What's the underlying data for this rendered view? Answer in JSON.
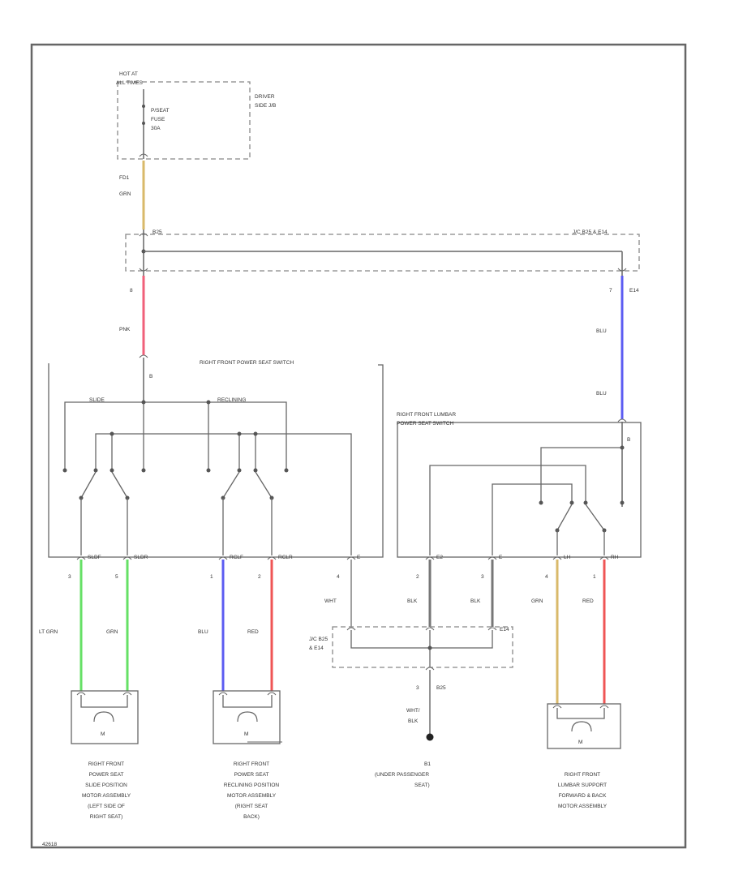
{
  "fuse_box": {
    "hot_at": "HOT AT",
    "all_times": "ALL TIMES",
    "fuse_name": "P/SEAT",
    "fuse_word": "FUSE",
    "fuse_rating": "30A",
    "jb_line1": "DRIVER",
    "jb_line2": "SIDE J/B"
  },
  "wires": {
    "feed_conn": "FD1",
    "feed_color": "GRN",
    "junction_splice": "B25",
    "jc_label": "J/C B25 & E14",
    "left_pin": "8",
    "left_color": "PNK",
    "right_pin": "7",
    "right_conn": "E14",
    "right_color_upper": "BLU",
    "right_color_lower": "BLU",
    "switch_pin_b": "B",
    "lumbar_pin_b": "B"
  },
  "switch_main": {
    "title": "RIGHT FRONT POWER SEAT SWITCH",
    "slide": "SLIDE",
    "reclining": "RECLINING",
    "pins": [
      "SLDF",
      "SLDR",
      "RCLF",
      "RCLR",
      "E"
    ]
  },
  "switch_lumbar": {
    "title_line1": "RIGHT FRONT LUMBAR",
    "title_line2": "POWER SEAT SWITCH",
    "pins": [
      "E2",
      "E",
      "LH",
      "RH"
    ]
  },
  "harness": {
    "pin_numbers": [
      "3",
      "5",
      "1",
      "2",
      "4",
      "2",
      "3",
      "4",
      "1"
    ],
    "colors": [
      "LT GRN",
      "GRN",
      "BLU",
      "RED",
      "WHT",
      "BLK",
      "BLK",
      "GRN",
      "RED"
    ],
    "ground_jc_line1": "J/C B25",
    "ground_jc_line2": "& E14",
    "ground_conn": "E14",
    "ground_pin": "3",
    "ground_splice": "B25",
    "ground_wire_line1": "WHT/",
    "ground_wire_line2": "BLK"
  },
  "motors": {
    "symbol": "M",
    "slide": [
      "RIGHT FRONT",
      "POWER SEAT",
      "SLIDE POSITION",
      "MOTOR ASSEMBLY",
      "(LEFT SIDE OF",
      "RIGHT SEAT)"
    ],
    "reclining": [
      "RIGHT FRONT",
      "POWER SEAT",
      "RECLINING POSITION",
      "MOTOR ASSEMBLY",
      "(RIGHT SEAT",
      "BACK)"
    ],
    "lumbar": [
      "RIGHT FRONT",
      "LUMBAR SUPPORT",
      "FORWARD & BACK",
      "MOTOR ASSEMBLY"
    ]
  },
  "ground": {
    "name": "B1",
    "line2": "(UNDER PASSENGER",
    "line3": "SEAT)"
  },
  "footer_code": "42618",
  "wire_colors": {
    "yellow": "#d9b96a",
    "pink": "#f0607a",
    "blue": "#5c5cf2",
    "green": "#66e066",
    "red": "#ef5555",
    "gray": "#777777"
  }
}
